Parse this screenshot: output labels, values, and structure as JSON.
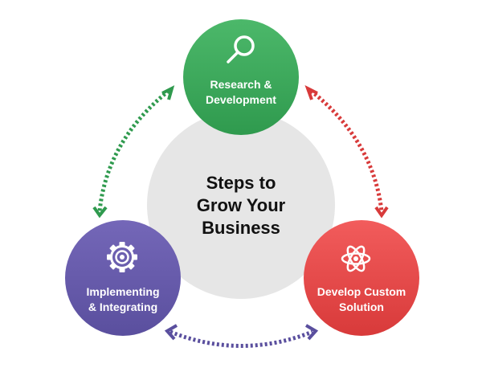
{
  "center": {
    "lines": [
      "Steps to",
      "Grow Your",
      "Business"
    ]
  },
  "steps": [
    {
      "lines": [
        "Research &",
        "Development"
      ],
      "color": "#2f9a4e",
      "color_light": "#4cb86a",
      "icon": "magnifier-icon"
    },
    {
      "lines": [
        "Develop Custom",
        "Solution"
      ],
      "color": "#d83a3a",
      "color_light": "#f25c5c",
      "icon": "atom-icon"
    },
    {
      "lines": [
        "Implementing",
        "& Integrating"
      ],
      "color": "#5a4f9e",
      "color_light": "#7467b8",
      "icon": "gear-icon"
    }
  ],
  "connectors": [
    {
      "from": "Research & Development",
      "to": "Implementing & Integrating",
      "color": "#2f9a4e"
    },
    {
      "from": "Research & Development",
      "to": "Develop Custom Solution",
      "color": "#d83a3a"
    },
    {
      "from": "Implementing & Integrating",
      "to": "Develop Custom Solution",
      "color": "#5a4f9e"
    }
  ],
  "colors": {
    "center_circle": "#e6e6e6",
    "center_text": "#111111",
    "background": "#ffffff"
  }
}
